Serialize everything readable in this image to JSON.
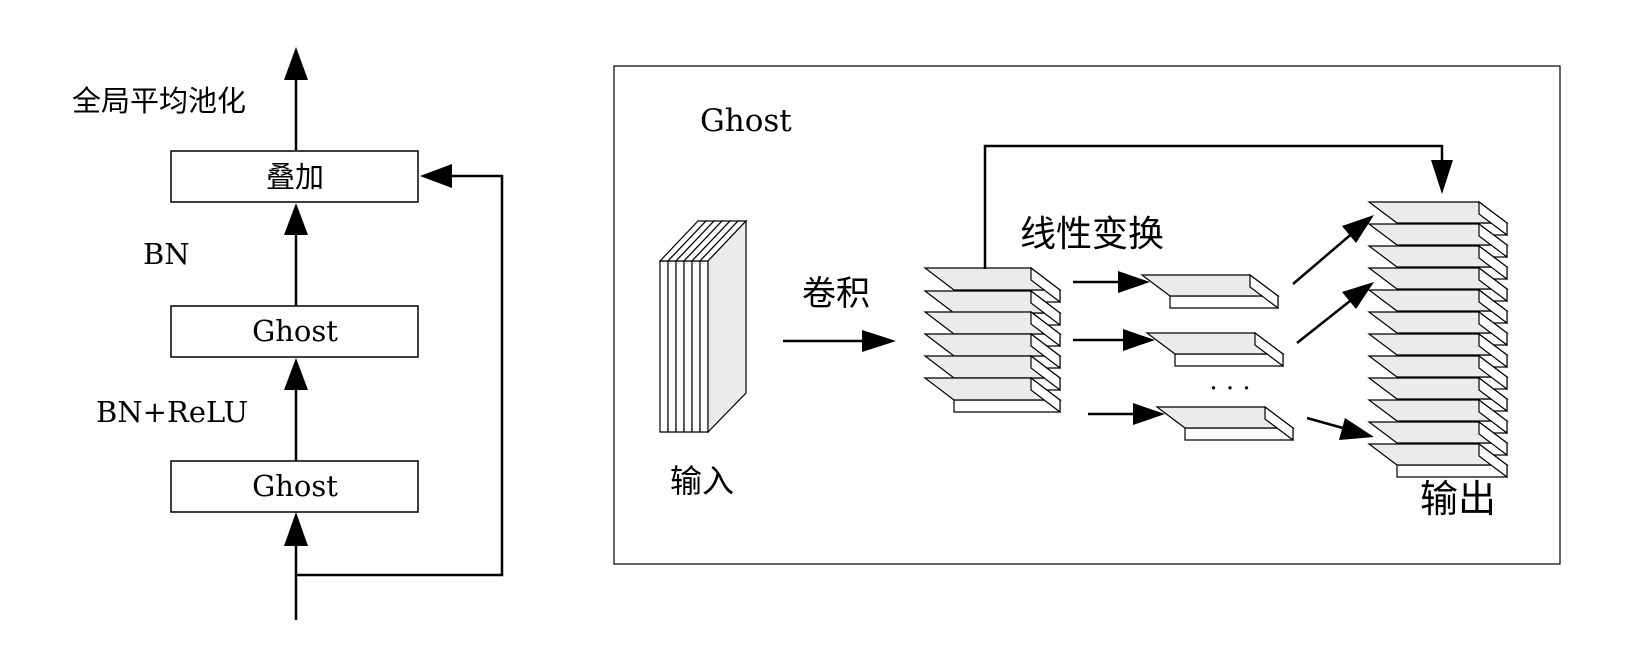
{
  "left_block": {
    "output_label": "全局平均池化",
    "add_box_label": "叠加",
    "bn_label": "BN",
    "ghost_top_label": "Ghost",
    "bn_relu_label": "BN+ReLU",
    "ghost_bottom_label": "Ghost"
  },
  "right_block": {
    "title": "Ghost",
    "input_label": "输入",
    "conv_label": "卷积",
    "linear_transform_label": "线性变换",
    "ellipsis": "· · ·",
    "output_label": "输出"
  },
  "colors": {
    "stroke": "#000000",
    "slab_top": "#ebebeb",
    "slab_side": "#ffffff",
    "background": "#ffffff"
  }
}
